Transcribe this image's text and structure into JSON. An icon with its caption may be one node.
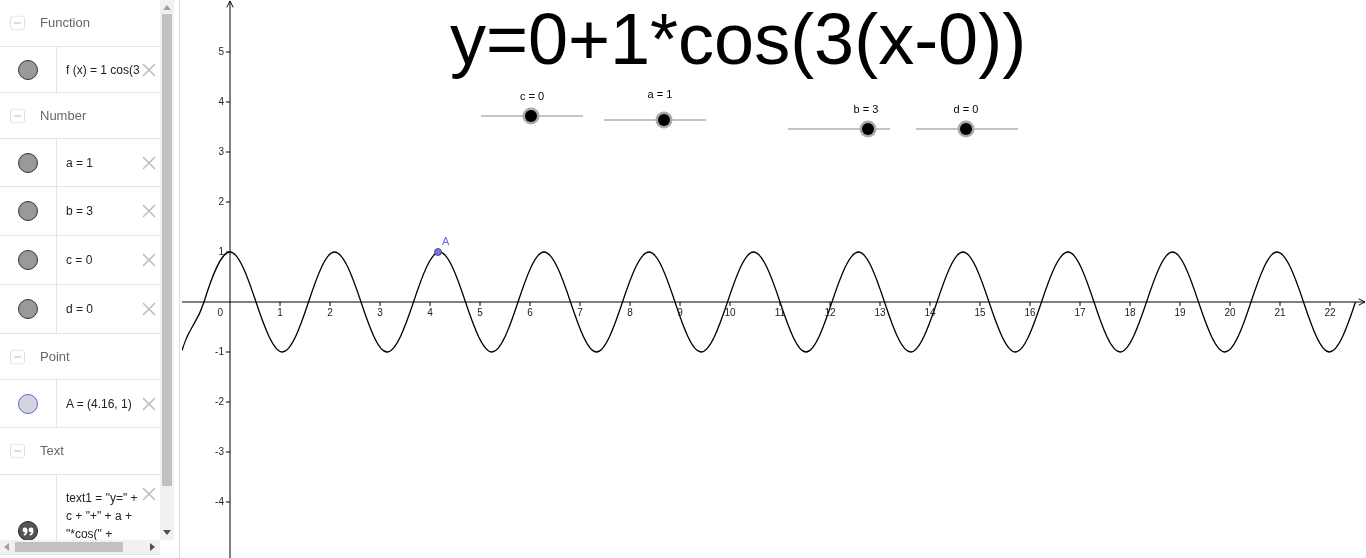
{
  "diagram": {
    "title": "y=0+1*cos(3(x-0))",
    "labels": [
      "0",
      "Function",
      "f (x) = 1 cos(3",
      "Number",
      "a = 1",
      "b = 3",
      "c = 0",
      "d = 0",
      "Point",
      "A = (4.16, 1)",
      "Text",
      "text1 = \"y=\" + c + \"+\" + a + \"*cos(\" +",
      "c = 0",
      "a = 1",
      "b = 3",
      "d = 0"
    ],
    "chart_data": {
      "type": "line",
      "x": [
        -0.96,
        -0.52,
        0,
        0.52,
        1.05,
        1.57,
        2.09,
        2.62,
        3.14,
        3.67,
        4.19,
        4.71,
        5.24,
        5.76,
        6.28,
        6.81,
        7.33,
        7.85,
        8.38,
        8.9,
        9.42,
        9.95,
        10.47,
        11.0,
        11.52,
        12.04,
        12.57,
        13.09,
        13.61,
        14.14,
        14.66,
        15.18,
        15.71,
        16.23,
        16.76,
        17.28,
        17.8,
        18.33,
        18.85,
        19.37,
        19.9,
        20.42,
        20.94,
        21.47,
        21.99,
        22.51
      ],
      "series": [
        {
          "color": "#000000",
          "values": [
            -0.97,
            0,
            1,
            0,
            -1,
            0,
            1,
            0,
            -1,
            0,
            1,
            0,
            -1,
            0,
            1,
            0,
            -1,
            0,
            1,
            0,
            -1,
            0,
            1,
            0,
            -1,
            0,
            1,
            0,
            -1,
            0,
            1,
            0,
            -1,
            0,
            1,
            0,
            -1,
            0,
            1,
            0,
            -1,
            0,
            1,
            0,
            -1,
            0
          ]
        }
      ],
      "xlim": [
        -0.96,
        22.72
      ],
      "ylim": [
        -5.12,
        6.04
      ],
      "xticks": [
        1,
        2,
        3,
        4,
        5,
        6,
        7,
        8,
        9,
        10,
        11,
        12,
        13,
        14,
        15,
        16,
        17,
        18,
        19,
        20,
        21,
        22
      ],
      "yticks": [
        -4,
        -3,
        -2,
        -1,
        1,
        2,
        3,
        4,
        5
      ],
      "annotations": [
        {
          "x": 4.16,
          "y": 1,
          "text": "A"
        }
      ]
    }
  }
}
